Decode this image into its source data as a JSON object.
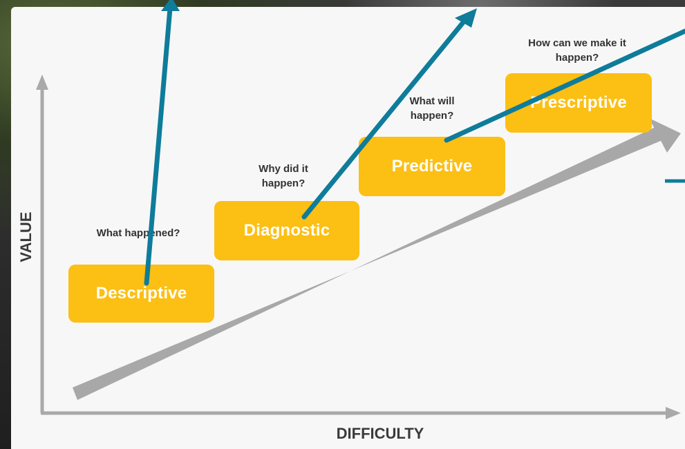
{
  "axes": {
    "y_label": "VALUE",
    "x_label": "DIFFICULTY"
  },
  "stages": [
    {
      "label": "Descriptive",
      "question": "What happened?"
    },
    {
      "label": "Diagnostic",
      "question": "Why did it happen?"
    },
    {
      "label": "Predictive",
      "question": "What will happen?"
    },
    {
      "label": "Prescriptive",
      "question": "How can we make it happen?"
    }
  ],
  "colors": {
    "stage_fill": "#fcbf13",
    "axis_gray": "#a9a9a9",
    "trend_arrow": "#a8a8a8",
    "pointer_arrows": "#0e7c9a"
  }
}
